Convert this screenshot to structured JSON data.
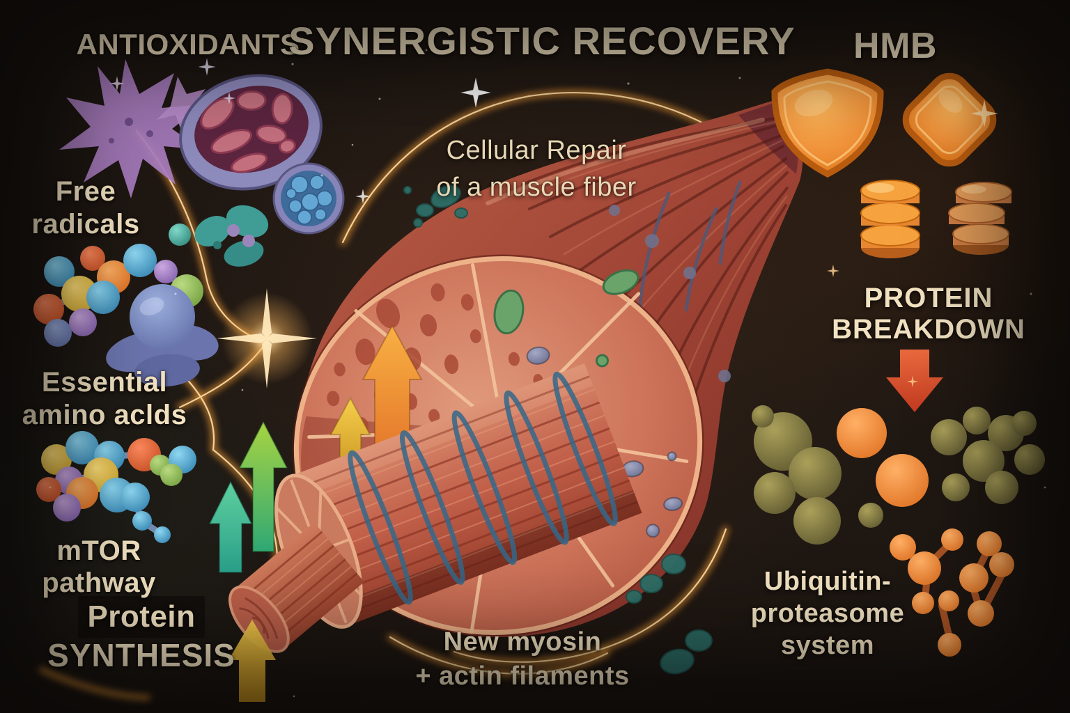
{
  "title": "SYNERGISTIC RECOVERY",
  "header": {
    "left_label": "ANTIOXIDANTS",
    "right_label": "HMB"
  },
  "annotations": {
    "free_radicals": "Free\nradicals",
    "cellular_repair": "Cellular Repair\nof a muscle fiber",
    "essential_amino_acids": "Essential\namino aclds",
    "mtor_pathway": "mTOR\npathway",
    "protein": "Protein",
    "synthesis": "SYNTHESIS",
    "protein_breakdown": "PROTEIN\nBREAKDOWN",
    "ubiquitin_proteasome": "Ubiquitin-\nproteasome\nsystem",
    "new_filaments": "New myosin\n+ actin filaments"
  },
  "colors": {
    "background": "#1a1410",
    "text_cream": "#f2e2c1",
    "hmb_orange": "#ef9130",
    "red_down_arrow": "#da4c2e",
    "green_up_arrow": "#7fc13f",
    "teal_up_arrow": "#2fb39a",
    "yellow_up_arrow": "#e8bb3a",
    "orange_up_arrow": "#f09a30",
    "muscle_body": "#9e4334",
    "muscle_cross_section": "#d98a72",
    "myofibril_blue_band": "#3a6d8d",
    "energy_stream": "#f49b35",
    "free_radical_purple": "#a87dbf",
    "olive_sphere": "#847a40",
    "teal_organelle": "#2e6f68"
  },
  "icons": {
    "free-radical-burst-icon": "purple spiked starburst",
    "mitochondria-icon": "oval organelle with cristae",
    "vesicle-icon": "blue cobblestone vesicle",
    "chaperone-blob-icon": "teal folded organelle",
    "amino-acid-chain-icon": "colored spheres linked chain",
    "ribosome-icon": "blue lumpy complex",
    "mtor-chain-icon": "colored spheres linked chain",
    "muscle-fiber-illustration": "cut muscle fiber with myofibrils",
    "hmb-shield-icon": "orange shield",
    "hmb-tablet-stack-icon": "stack of orange tablets",
    "protein-breakdown-arrow-icon": "red down arrow",
    "ubiquitin-cluster-icon": "orange linked spheres",
    "growth-arrow-icon": "up arrow",
    "energy-stream": "glowing orange curve",
    "sparkle-icon": "four point star"
  }
}
